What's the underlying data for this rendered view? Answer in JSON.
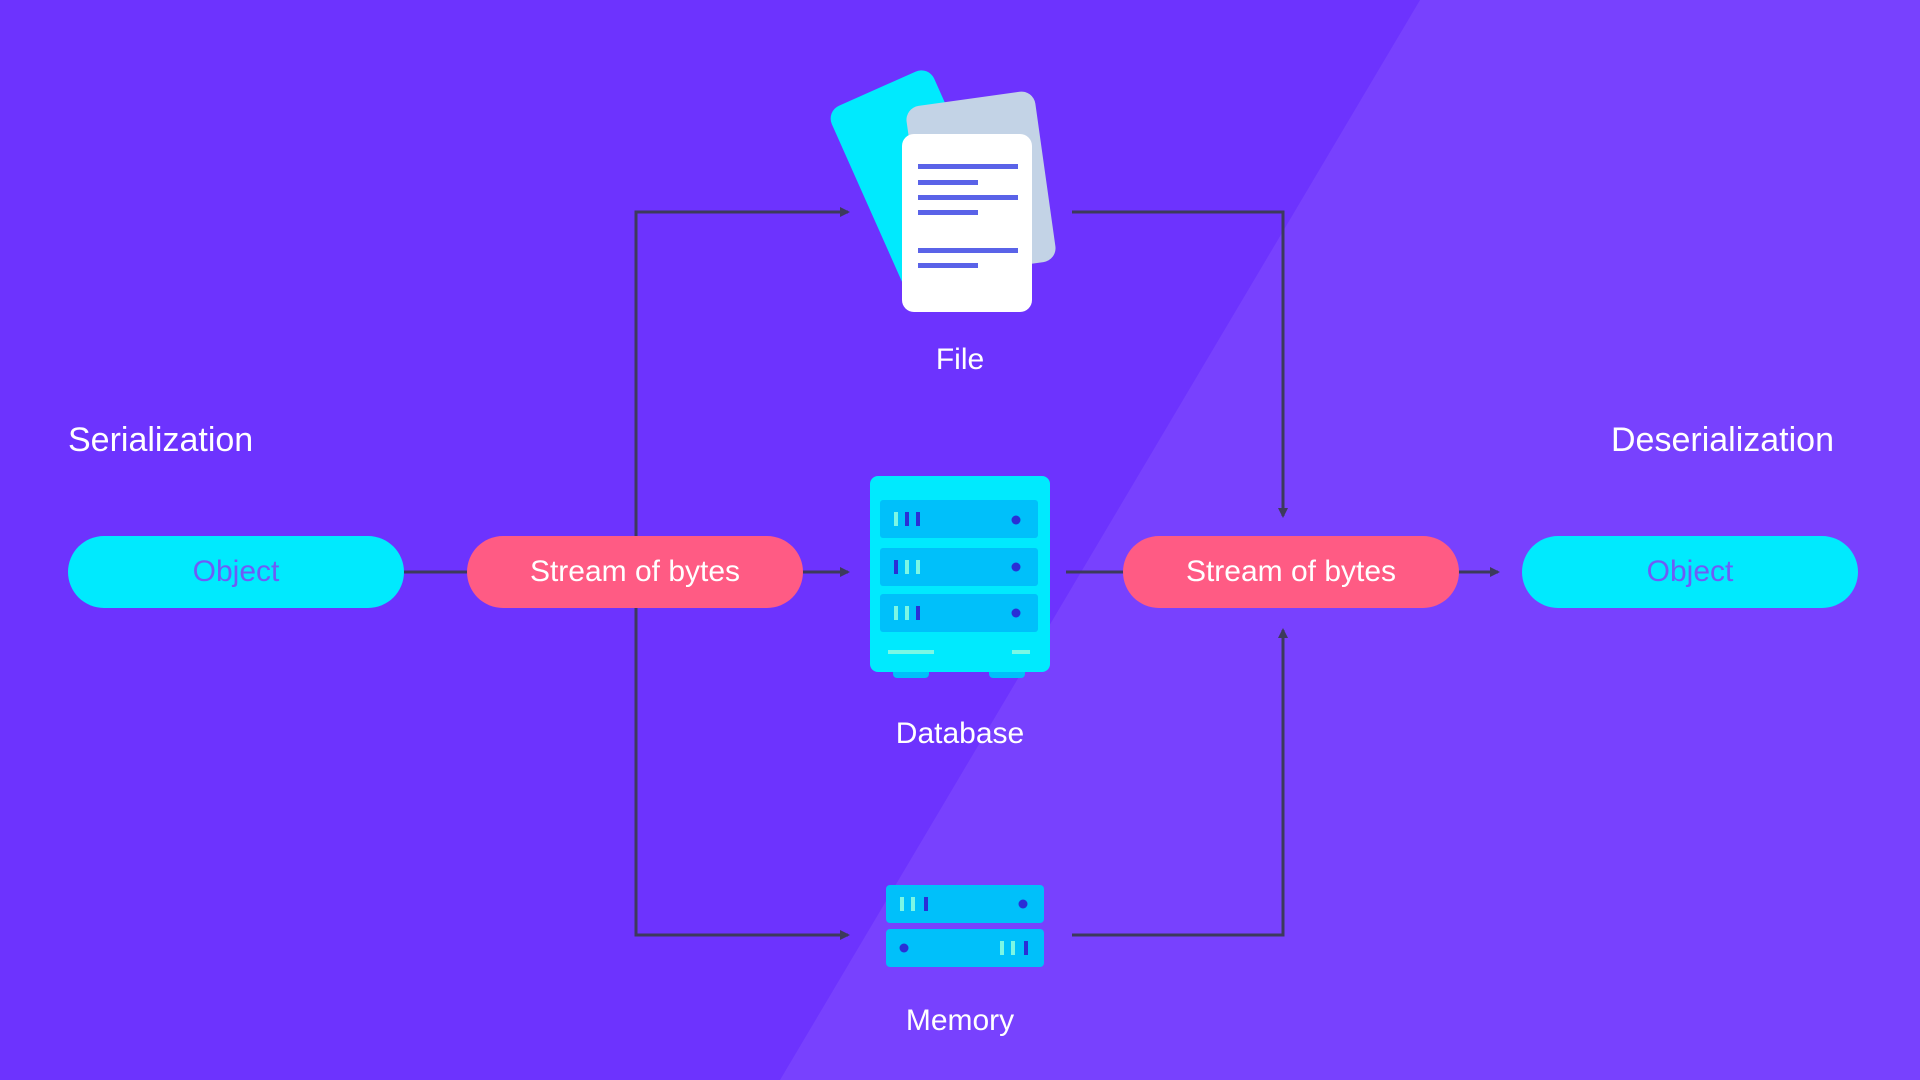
{
  "headings": {
    "left": "Serialization",
    "right": "Deserialization"
  },
  "pills": {
    "object_left": "Object",
    "stream_left": "Stream of bytes",
    "stream_right": "Stream of bytes",
    "object_right": "Object"
  },
  "storage": {
    "file": "File",
    "database": "Database",
    "memory": "Memory"
  },
  "colors": {
    "background_left": "#6d33fe",
    "background_right": "#7841fe",
    "object_pill": "#00eafe",
    "stream_pill": "#ff5b84",
    "connector": "#3d3a5c",
    "icon_cyan": "#00eafe",
    "icon_blue": "#00c0fa"
  },
  "icons": [
    "documents-icon",
    "database-server-icon",
    "memory-chip-icon"
  ]
}
